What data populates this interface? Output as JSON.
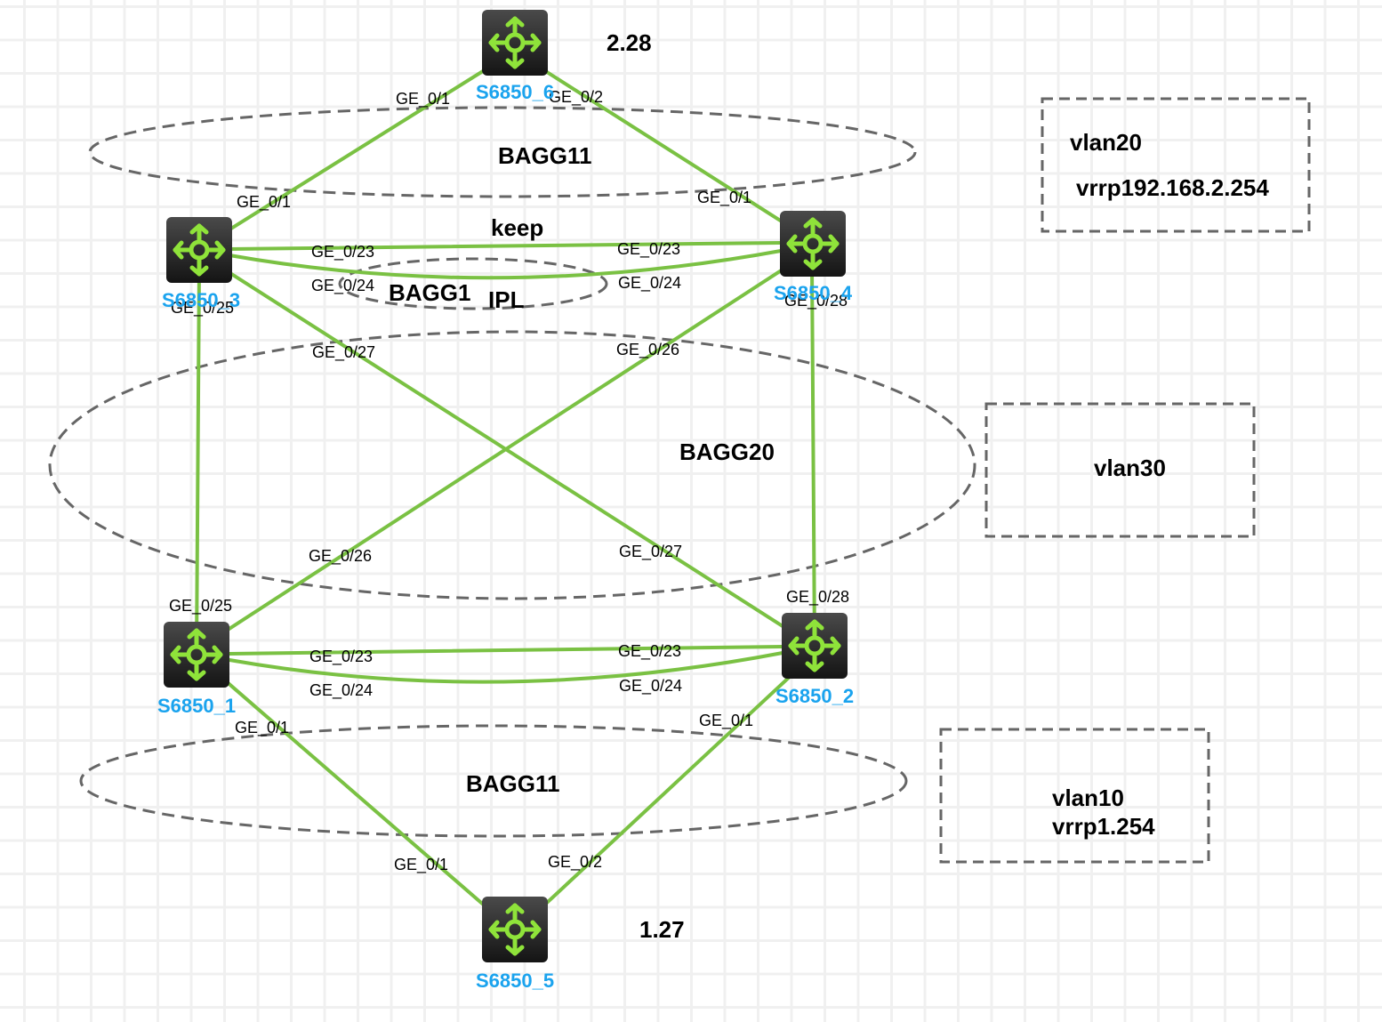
{
  "diagram": {
    "type": "network-topology",
    "colors": {
      "link": "#7ac143",
      "device_name": "#1aa3ee",
      "icon_bg_top": "#4a4a4a",
      "icon_bg_bottom": "#141414",
      "icon_glyph": "#8fe33a",
      "dashed_outline": "#666666",
      "grid": "#f0f0f0"
    },
    "devices": [
      {
        "id": "S6850_6",
        "name": "S6850_6",
        "icon": "router-icon",
        "note": "2.28"
      },
      {
        "id": "S6850_3",
        "name": "S6850_3",
        "icon": "router-icon"
      },
      {
        "id": "S6850_4",
        "name": "S6850_4",
        "icon": "router-icon"
      },
      {
        "id": "S6850_1",
        "name": "S6850_1",
        "icon": "router-icon"
      },
      {
        "id": "S6850_2",
        "name": "S6850_2",
        "icon": "router-icon"
      },
      {
        "id": "S6850_5",
        "name": "S6850_5",
        "icon": "router-icon",
        "note": "1.27"
      }
    ],
    "links": [
      {
        "from": "S6850_6",
        "to": "S6850_3",
        "from_port": "GE_0/1",
        "to_port": "GE_0/1"
      },
      {
        "from": "S6850_6",
        "to": "S6850_4",
        "from_port": "GE_0/2",
        "to_port": "GE_0/1"
      },
      {
        "from": "S6850_3",
        "to": "S6850_4",
        "from_port": "GE_0/23",
        "to_port": "GE_0/23"
      },
      {
        "from": "S6850_3",
        "to": "S6850_4",
        "from_port": "GE_0/24",
        "to_port": "GE_0/24"
      },
      {
        "from": "S6850_3",
        "to": "S6850_1",
        "from_port": "GE_0/25",
        "to_port": "GE_0/25"
      },
      {
        "from": "S6850_3",
        "to": "S6850_2",
        "from_port": "GE_0/27",
        "to_port": "GE_0/27"
      },
      {
        "from": "S6850_4",
        "to": "S6850_1",
        "from_port": "GE_0/26",
        "to_port": "GE_0/26"
      },
      {
        "from": "S6850_4",
        "to": "S6850_2",
        "from_port": "GE_0/28",
        "to_port": "GE_0/28"
      },
      {
        "from": "S6850_1",
        "to": "S6850_2",
        "from_port": "GE_0/23",
        "to_port": "GE_0/23"
      },
      {
        "from": "S6850_1",
        "to": "S6850_2",
        "from_port": "GE_0/24",
        "to_port": "GE_0/24"
      },
      {
        "from": "S6850_1",
        "to": "S6850_5",
        "from_port": "GE_0/1",
        "to_port": "GE_0/1"
      },
      {
        "from": "S6850_2",
        "to": "S6850_5",
        "from_port": "GE_0/1",
        "to_port": "GE_0/2"
      }
    ],
    "groups": [
      {
        "id": "bagg11-top",
        "label": "BAGG11"
      },
      {
        "id": "bagg1-ipl",
        "label": "BAGG1",
        "extra_label": "IPL",
        "top_label": "keep"
      },
      {
        "id": "bagg20",
        "label": "BAGG20"
      },
      {
        "id": "bagg11-bottom",
        "label": "BAGG11"
      }
    ],
    "vlan_boxes": [
      {
        "id": "vlan20",
        "lines": [
          "vlan20",
          "vrrp192.168.2.254"
        ]
      },
      {
        "id": "vlan30",
        "lines": [
          "vlan30"
        ]
      },
      {
        "id": "vlan10",
        "lines": [
          "vlan10",
          "vrrp1.254"
        ]
      }
    ]
  }
}
